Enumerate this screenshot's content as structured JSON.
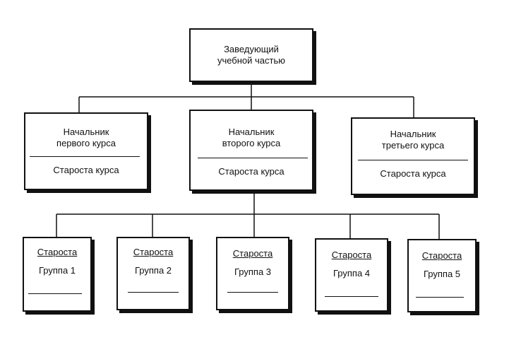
{
  "head": {
    "line1": "Заведующий",
    "line2": "учебной частью"
  },
  "courses": [
    {
      "line1": "Начальник",
      "line2": "первого курса",
      "sub": "Староста курса"
    },
    {
      "line1": "Начальник",
      "line2": "второго курса",
      "sub": "Староста курса"
    },
    {
      "line1": "Начальник",
      "line2": "третьего курса",
      "sub": "Староста курса"
    }
  ],
  "groups": [
    {
      "title": "Староста",
      "name": "Группа 1"
    },
    {
      "title": "Староста",
      "name": "Группа 2"
    },
    {
      "title": "Староста",
      "name": "Группа 3"
    },
    {
      "title": "Староста",
      "name": "Группа 4"
    },
    {
      "title": "Староста",
      "name": "Группа 5"
    }
  ]
}
